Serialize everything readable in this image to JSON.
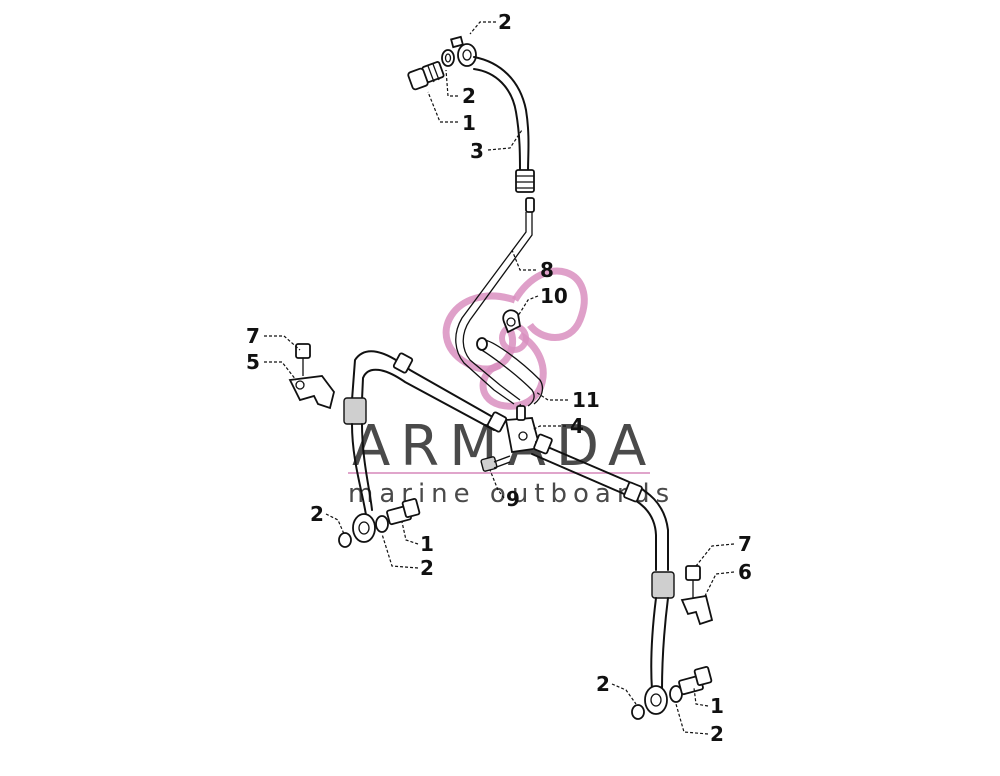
{
  "watermark": {
    "brand": "ARMADA",
    "tagline": "marine outboards",
    "logo_color": "#d98fbf"
  },
  "callouts": [
    {
      "id": "c-top-2a",
      "label": "2"
    },
    {
      "id": "c-top-2b",
      "label": "2"
    },
    {
      "id": "c-top-1",
      "label": "1"
    },
    {
      "id": "c-top-3",
      "label": "3"
    },
    {
      "id": "c-8",
      "label": "8"
    },
    {
      "id": "c-10",
      "label": "10"
    },
    {
      "id": "c-11",
      "label": "11"
    },
    {
      "id": "c-4",
      "label": "4"
    },
    {
      "id": "c-9",
      "label": "9"
    },
    {
      "id": "c-left-7",
      "label": "7"
    },
    {
      "id": "c-left-5",
      "label": "5"
    },
    {
      "id": "c-left-2a",
      "label": "2"
    },
    {
      "id": "c-left-1",
      "label": "1"
    },
    {
      "id": "c-left-2b",
      "label": "2"
    },
    {
      "id": "c-right-7",
      "label": "7"
    },
    {
      "id": "c-right-6",
      "label": "6"
    },
    {
      "id": "c-right-2a",
      "label": "2"
    },
    {
      "id": "c-right-1",
      "label": "1"
    },
    {
      "id": "c-right-2b",
      "label": "2"
    }
  ]
}
